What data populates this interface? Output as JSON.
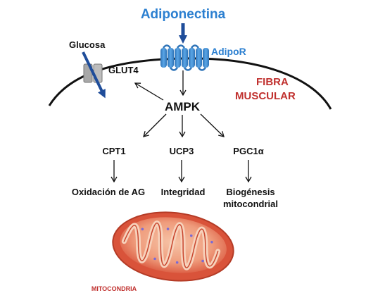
{
  "ligand": "Adiponectina",
  "receptor": "AdipoR",
  "glucose": "Glucosa",
  "transporter": "GLUT4",
  "fiber_line1": "FIBRA",
  "fiber_line2": "MUSCULAR",
  "kinase": "AMPK",
  "targets": [
    "CPT1",
    "UCP3",
    "PGC1α"
  ],
  "outcomes": [
    "Oxidación de AG",
    "Integridad",
    "Biogénesis",
    "mitocondrial"
  ],
  "organelle": "MITOCONDRIA",
  "colors": {
    "adiponectin_blue": "#2b7fd0",
    "receptor_blue": "#3c8ed4",
    "arrow_navy": "#1f4d9a",
    "fiber_red": "#c0302e",
    "mito_outer": "#d9533a",
    "mito_inner": "#f2a88a"
  }
}
